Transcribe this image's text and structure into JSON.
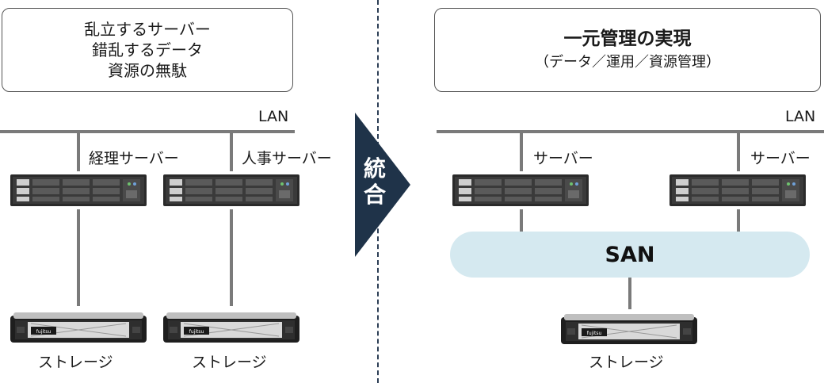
{
  "left": {
    "problem_lines": [
      "乱立するサーバー",
      "錯乱するデータ",
      "資源の無駄"
    ],
    "lan_label": "LAN",
    "servers": [
      "経理サーバー",
      "人事サーバー"
    ],
    "storages": [
      "ストレージ",
      "ストレージ"
    ]
  },
  "center": {
    "arrow_chars": [
      "統",
      "合"
    ],
    "colors": {
      "arrow": "#1f3349",
      "divider": "#2c3e55"
    }
  },
  "right": {
    "title": "一元管理の実現",
    "subtitle": "（データ／運用／資源管理）",
    "lan_label": "LAN",
    "servers": [
      "サーバー",
      "サーバー"
    ],
    "san_label": "SAN",
    "storage": "ストレージ",
    "colors": {
      "san": "#d5e9f0"
    }
  },
  "icons": {
    "server": "rack-server-icon",
    "storage": "storage-array-icon",
    "brand_mark": "fujitsu"
  }
}
